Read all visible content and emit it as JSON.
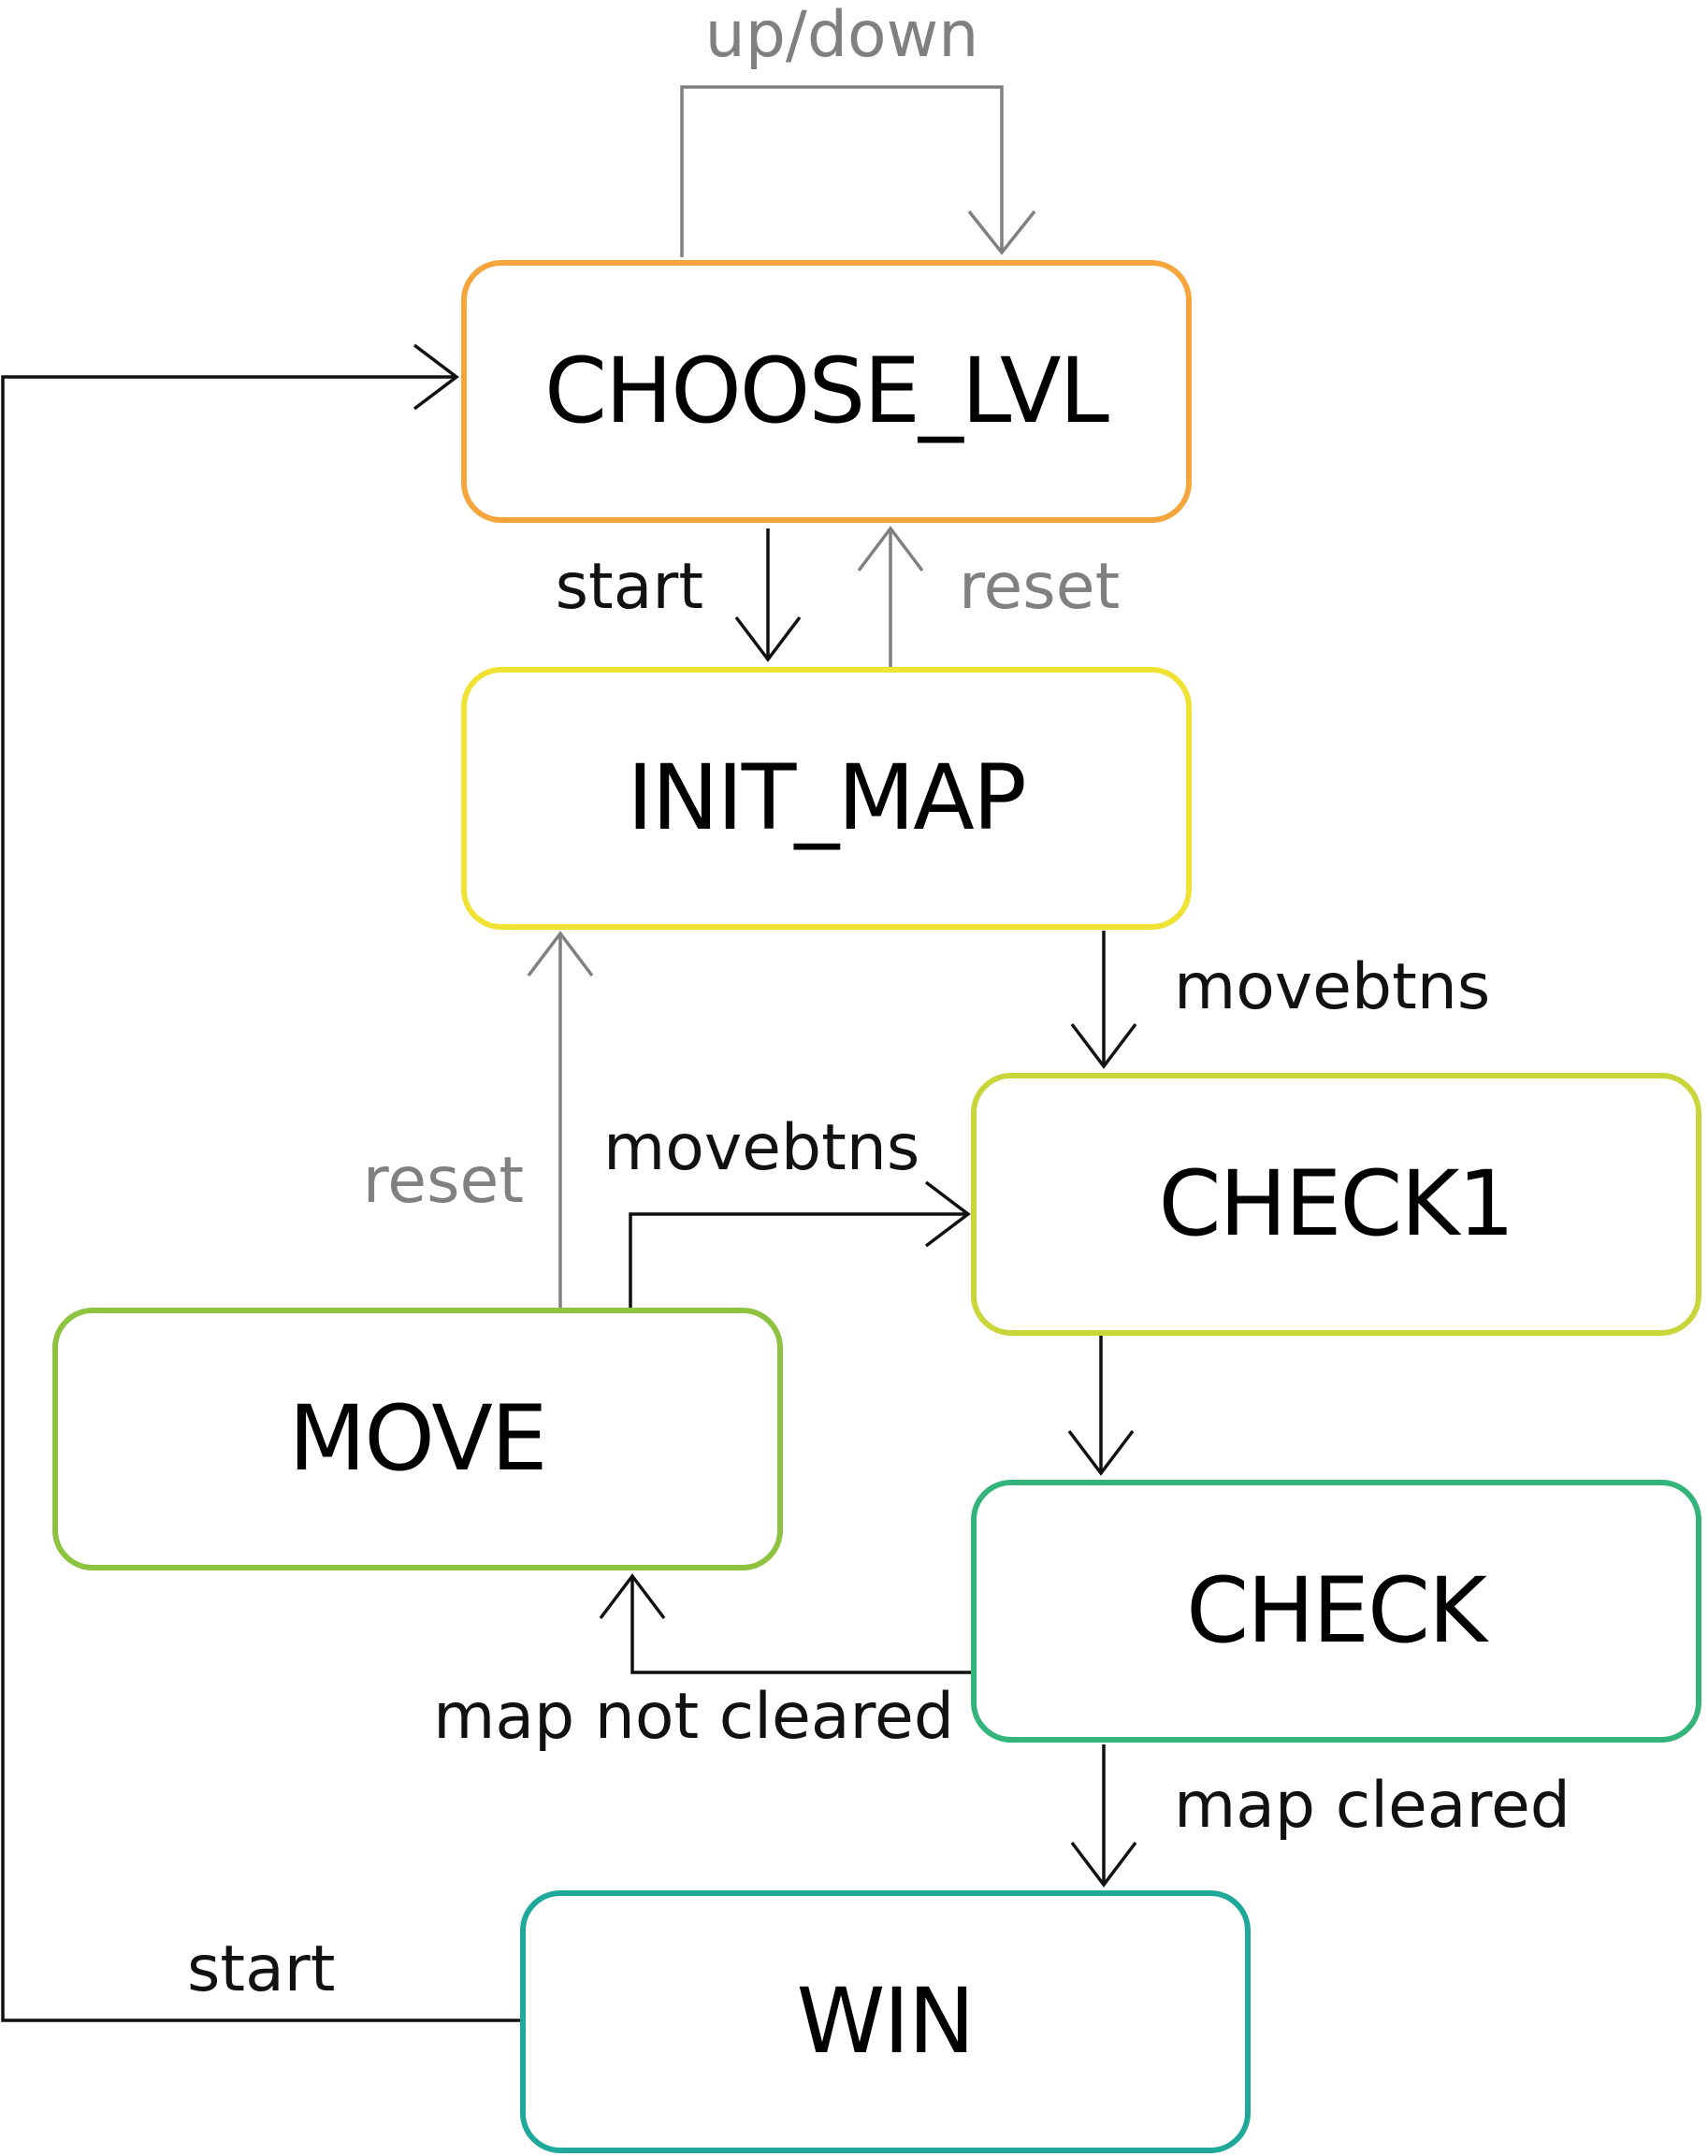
{
  "colors": {
    "choose_lvl": "#F5A53B",
    "init_map": "#F0E232",
    "check1": "#C8D63A",
    "move": "#8DC341",
    "check": "#33B47A",
    "win": "#1FA99B",
    "transition_dark": "#111111",
    "transition_gray": "#808080"
  },
  "states": {
    "choose_lvl": "CHOOSE_LVL",
    "init_map": "INIT_MAP",
    "check1": "CHECK1",
    "move": "MOVE",
    "check": "CHECK",
    "win": "WIN"
  },
  "transitions": {
    "choose_updown": "up/down",
    "choose_to_init": "start",
    "init_to_choose": "reset",
    "init_to_check1": "movebtns",
    "move_to_check1": "movebtns",
    "move_to_init": "reset",
    "check_to_move": "map not cleared",
    "check_to_win": "map cleared",
    "win_to_choose": "start"
  }
}
